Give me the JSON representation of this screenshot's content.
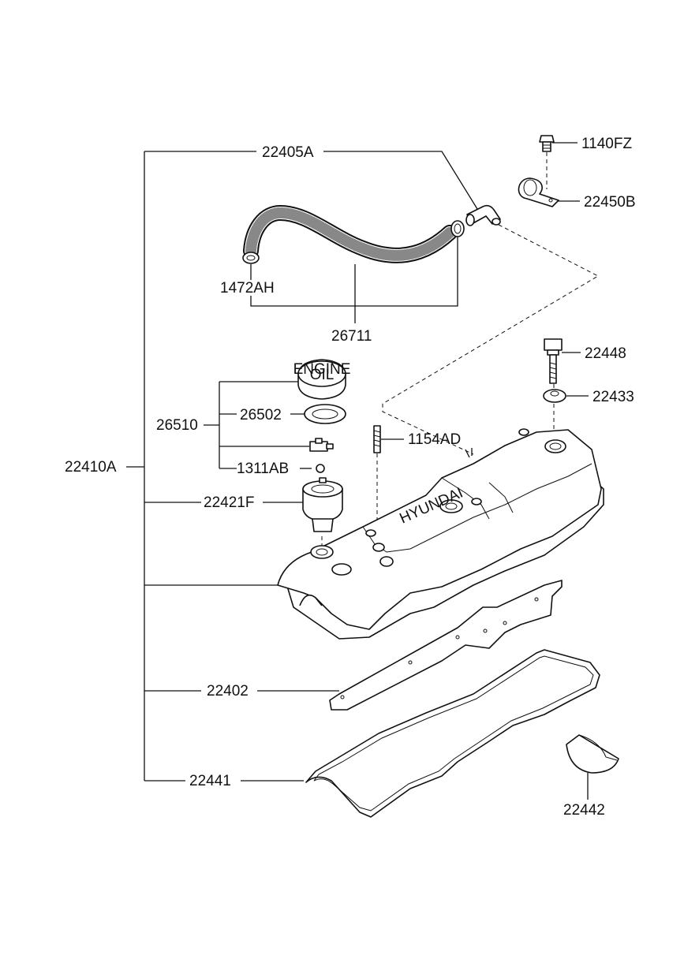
{
  "parts": {
    "rocker_cover_assy": "22410A",
    "breather_hose_assy": "22405A",
    "clamp_hose": "1472AH",
    "hose": "26711",
    "bolt_flange": "1140FZ",
    "clamp": "22450B",
    "bolt_cover": "22448",
    "gasket_bolt": "22433",
    "oil_filler_cap_assy": "26510",
    "gasket_cap": "26502",
    "plug": "1311AB",
    "stud": "1154AD",
    "filler_neck": "22421F",
    "baffle_plate": "22402",
    "gasket_cover": "22441",
    "seal_half_moon": "22442"
  },
  "cap_marking": {
    "line1": "ENGINE",
    "line2": "OIL"
  },
  "cover_marking": "HYUNDAI"
}
